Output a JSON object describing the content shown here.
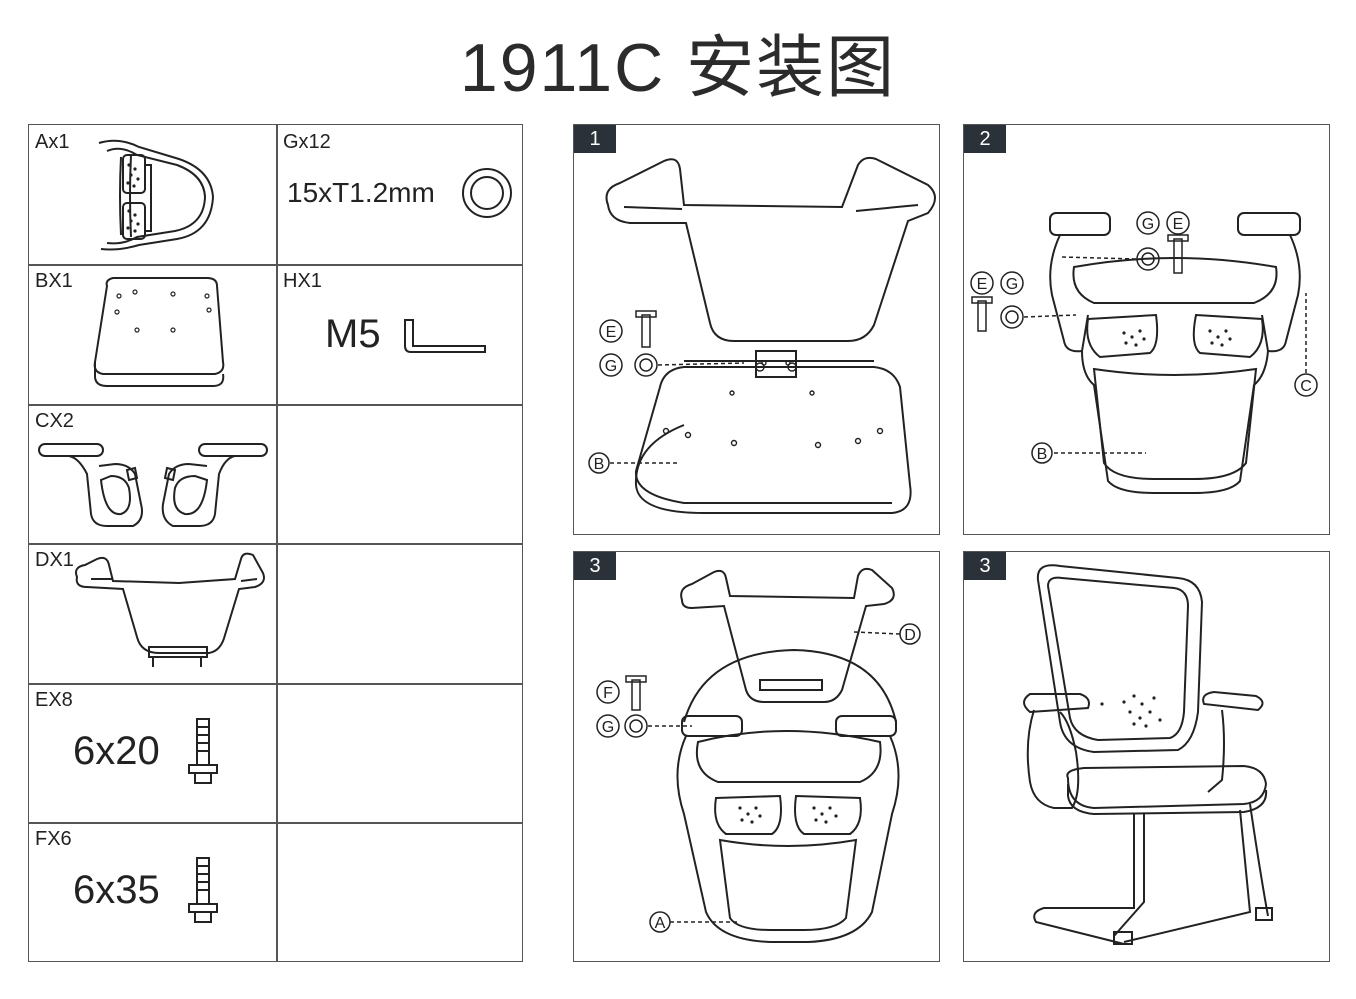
{
  "title": "1911C 安装图",
  "parts": [
    {
      "label": "Ax1",
      "name": "A"
    },
    {
      "label": "BX1",
      "name": "B"
    },
    {
      "label": "CX2",
      "name": "C"
    },
    {
      "label": "DX1",
      "name": "D"
    },
    {
      "label": "EX8",
      "name": "E",
      "size": "6x20"
    },
    {
      "label": "FX6",
      "name": "F",
      "size": "6x35"
    },
    {
      "label": "Gx12",
      "name": "G",
      "size": "15xT1.2mm"
    },
    {
      "label": "HX1",
      "name": "H",
      "size": "M5"
    }
  ],
  "steps": [
    {
      "number": "1",
      "callouts": [
        "E",
        "G",
        "B"
      ]
    },
    {
      "number": "2",
      "callouts": [
        "G",
        "E",
        "E",
        "G",
        "C",
        "B"
      ]
    },
    {
      "number": "3",
      "callouts": [
        "F",
        "G",
        "D",
        "A"
      ]
    },
    {
      "number": "3"
    }
  ]
}
